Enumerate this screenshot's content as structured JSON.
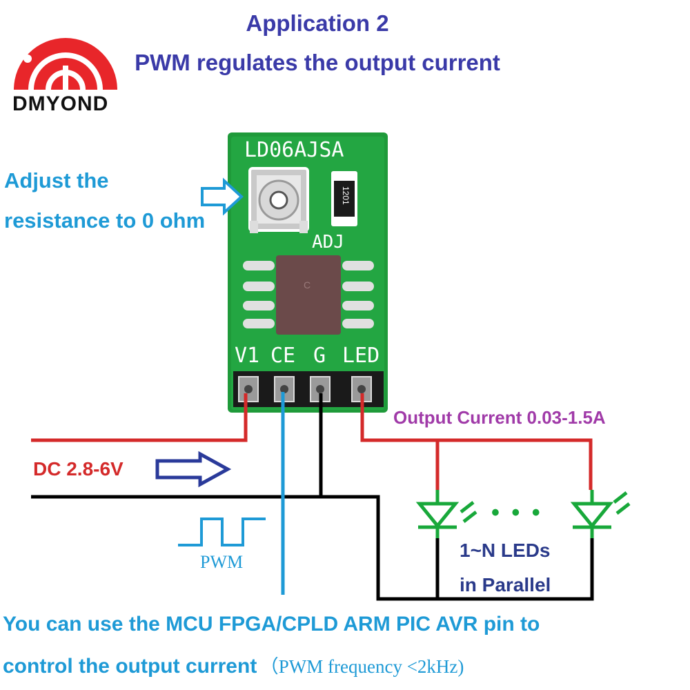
{
  "logo": {
    "brand": "DMYOND"
  },
  "title": {
    "line1": "Application 2",
    "line2": "PWM regulates the output current"
  },
  "board": {
    "name": "LD06AJSA",
    "pot_label": "ADJ",
    "resistor_code": "1201",
    "chip_text": "C",
    "pins": [
      "V1",
      "CE",
      "G",
      "LED"
    ]
  },
  "annotations": {
    "adjust_line1": "Adjust the",
    "adjust_line2": "resistance to 0 ohm",
    "dc": "DC 2.8-6V",
    "output_current": "Output Current 0.03-1.5A",
    "leds_line1": "1~N LEDs",
    "leds_line2": "in Parallel",
    "ellipsis": "• • •",
    "pwm": "PWM",
    "bottom_line1": "You can use the MCU FPGA/CPLD ARM PIC AVR  pin to",
    "bottom_line2_bold": "control the output current",
    "bottom_line2_note": "（PWM frequency <2kHz)"
  },
  "colors": {
    "title": "#3a3aa8",
    "cyan": "#1e9ad6",
    "red_wire": "#d42a2a",
    "black_wire": "#000000",
    "blue_wire": "#1e9ad6",
    "led_green": "#18a83a",
    "pcb_green": "#1f9a3a",
    "purple": "#a03aa8"
  }
}
